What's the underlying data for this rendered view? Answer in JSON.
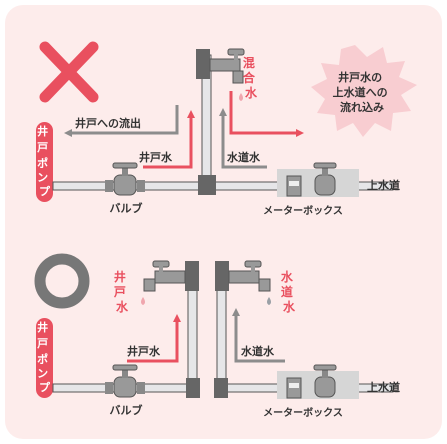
{
  "top": {
    "verdict": "✕",
    "well_pump": "井戸ポンプ",
    "valve": "バルブ",
    "outflow_to_well": "井戸への流出",
    "well_water": "井戸水",
    "tap_water": "水道水",
    "mixed_water": "混合水",
    "meter_box": "メーターボックス",
    "main_water": "上水道",
    "callout": [
      "井戸水の",
      "上水道への",
      "流れ込み"
    ]
  },
  "bottom": {
    "verdict": "○",
    "well_pump": "井戸ポンプ",
    "valve": "バルブ",
    "well_water_tap": "井戸水",
    "tap_water_tap": "水道水",
    "well_water": "井戸水",
    "tap_water": "水道水",
    "meter_box": "メーターボックス",
    "main_water": "上水道"
  },
  "colors": {
    "background": "#fdeceb",
    "red": "#e9505f",
    "pipe_fill": "#e6e6e8",
    "pipe_stroke": "#555555",
    "joint": "#666666",
    "gray_arrow": "#8c8c8c",
    "meter_box_fill": "#d6d6d6",
    "circle": "#777777",
    "drop_well": "#f0a6ae",
    "drop_tap": "#9aa0a6"
  }
}
